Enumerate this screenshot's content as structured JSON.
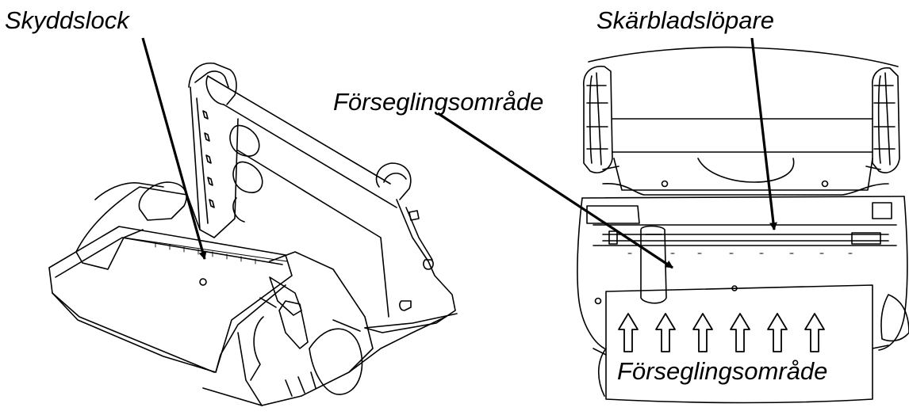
{
  "labels": {
    "cover": "Skyddslock",
    "blade_runner": "Skärbladslöpare",
    "sealing_area_top": "Förseglingsområde",
    "sealing_area_bottom": "Förseglingsområde"
  },
  "colors": {
    "line": "#000000",
    "background": "#ffffff"
  },
  "arrow_count": 6
}
